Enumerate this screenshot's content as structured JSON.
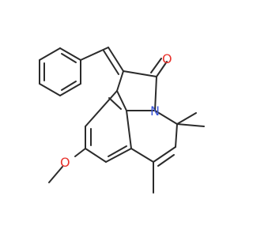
{
  "molecule": {
    "atoms": {
      "oxygen_carbonyl": {
        "label": "O",
        "color": "#e8322c"
      },
      "nitrogen": {
        "label": "N",
        "color": "#3b55d8"
      },
      "oxygen_methoxy": {
        "label": "O",
        "color": "#e8322c"
      }
    },
    "bond_color": "#2b2b2b"
  }
}
